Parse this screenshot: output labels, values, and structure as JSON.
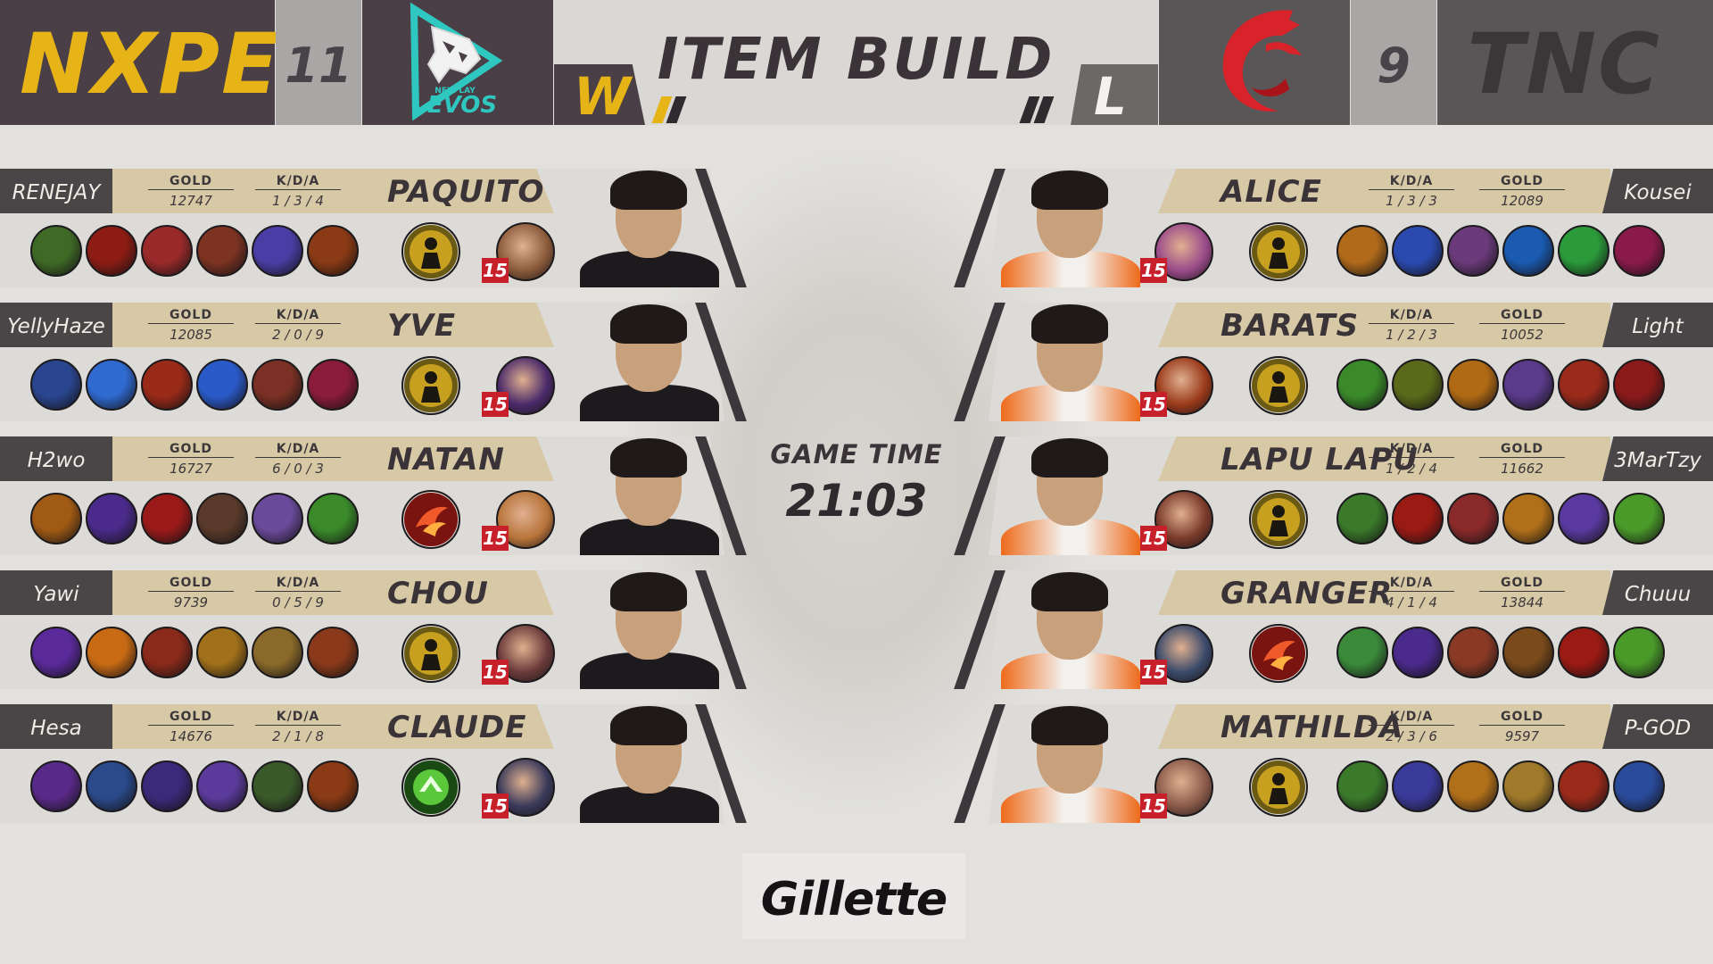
{
  "header": {
    "left_team": "NXPE",
    "left_score": "11",
    "left_logo_text": "EVOS",
    "left_logo_subtext": "NEXPLAY",
    "title": "ITEM BUILD",
    "left_result": "W",
    "right_result": "L",
    "right_score": "9",
    "right_team": "TNC"
  },
  "game_time": {
    "label": "GAME TIME",
    "value": "21:03"
  },
  "sponsor": "Gillette",
  "labels": {
    "gold": "GOLD",
    "kda": "K/D/A",
    "level": "15"
  },
  "colors": {
    "nxpe_yellow": "#e6b416",
    "dark_panel": "#4a3f47",
    "tnc_red": "#d9232a",
    "level_badge": "#c8202a"
  },
  "left_players": [
    {
      "player": "RENEJAY",
      "hero": "PAQUITO",
      "gold": "12747",
      "kda": "1 / 3 / 4",
      "level": "15",
      "spell": "retribution-icon",
      "items": [
        "#3f6a25",
        "#8c1c14",
        "#9a2a2a",
        "#7c3322",
        "#4a3ea6",
        "#8a3a14"
      ],
      "hero_color": "#8a5a3a"
    },
    {
      "player": "YellyHaze",
      "hero": "YVE",
      "gold": "12085",
      "kda": "2 / 0 / 9",
      "level": "15",
      "spell": "retribution-icon",
      "items": [
        "#2a4690",
        "#2f6ad0",
        "#9a2a18",
        "#2a5ac8",
        "#7a3024",
        "#8a1c3a"
      ],
      "hero_color": "#4a2a6a"
    },
    {
      "player": "H2wo",
      "hero": "NATAN",
      "gold": "16727",
      "kda": "6 / 0 / 3",
      "level": "15",
      "spell": "flicker-icon",
      "items": [
        "#a05a14",
        "#4a2a8a",
        "#9a1a1a",
        "#5a3a2a",
        "#6a4a9a",
        "#3a8a2a"
      ],
      "hero_color": "#b8743a"
    },
    {
      "player": "Yawi",
      "hero": "CHOU",
      "gold": "9739",
      "kda": "0 / 5 / 9",
      "level": "15",
      "spell": "retribution-icon",
      "items": [
        "#5a2a9a",
        "#c86a14",
        "#8a2a1a",
        "#a0701a",
        "#8a6a2a",
        "#8a3a1a"
      ],
      "hero_color": "#6a3a3a"
    },
    {
      "player": "Hesa",
      "hero": "CLAUDE",
      "gold": "14676",
      "kda": "2 / 1 / 8",
      "level": "15",
      "spell": "sprint-icon",
      "items": [
        "#5a2a8a",
        "#2a4a8a",
        "#3a2a7a",
        "#5a3a9a",
        "#3a5a2a",
        "#8a3a14"
      ],
      "hero_color": "#3a3a5a"
    }
  ],
  "right_players": [
    {
      "player": "Kousei",
      "hero": "ALICE",
      "gold": "12089",
      "kda": "1 / 3 / 3",
      "level": "15",
      "spell": "retribution-icon",
      "items": [
        "#b06a1a",
        "#2a4ab0",
        "#6a3a7a",
        "#1a5ab0",
        "#2a9a3a",
        "#8a1a4a"
      ],
      "hero_color": "#9a4a8a"
    },
    {
      "player": "Light",
      "hero": "BARATS",
      "gold": "10052",
      "kda": "1 / 2 / 3",
      "level": "15",
      "spell": "retribution-icon",
      "items": [
        "#3a8a2a",
        "#5a6a1a",
        "#b06a14",
        "#5a3a8a",
        "#9a2a1a",
        "#8a1a1a"
      ],
      "hero_color": "#9a3a1a"
    },
    {
      "player": "3MarTzy",
      "hero": "LAPU LAPU",
      "gold": "11662",
      "kda": "1 / 2 / 4",
      "level": "15",
      "spell": "retribution-icon",
      "items": [
        "#3a7a2a",
        "#9a1a14",
        "#8a2a2a",
        "#b0701a",
        "#5a3aa0",
        "#4a9a2a"
      ],
      "hero_color": "#7a3a2a"
    },
    {
      "player": "Chuuu",
      "hero": "GRANGER",
      "gold": "13844",
      "kda": "4 / 1 / 4",
      "level": "15",
      "spell": "flicker-icon",
      "items": [
        "#3a8a3a",
        "#4a2a8a",
        "#8a3a24",
        "#7a4a1a",
        "#9a1a14",
        "#4a9a2a"
      ],
      "hero_color": "#3a4a6a"
    },
    {
      "player": "P-GOD",
      "hero": "MATHILDA",
      "gold": "9597",
      "kda": "2 / 3 / 6",
      "level": "15",
      "spell": "retribution-icon",
      "items": [
        "#3a7a2a",
        "#3a3a9a",
        "#b0701a",
        "#a07a2a",
        "#9a2a1a",
        "#2a4a9a"
      ],
      "hero_color": "#8a5a4a"
    }
  ]
}
